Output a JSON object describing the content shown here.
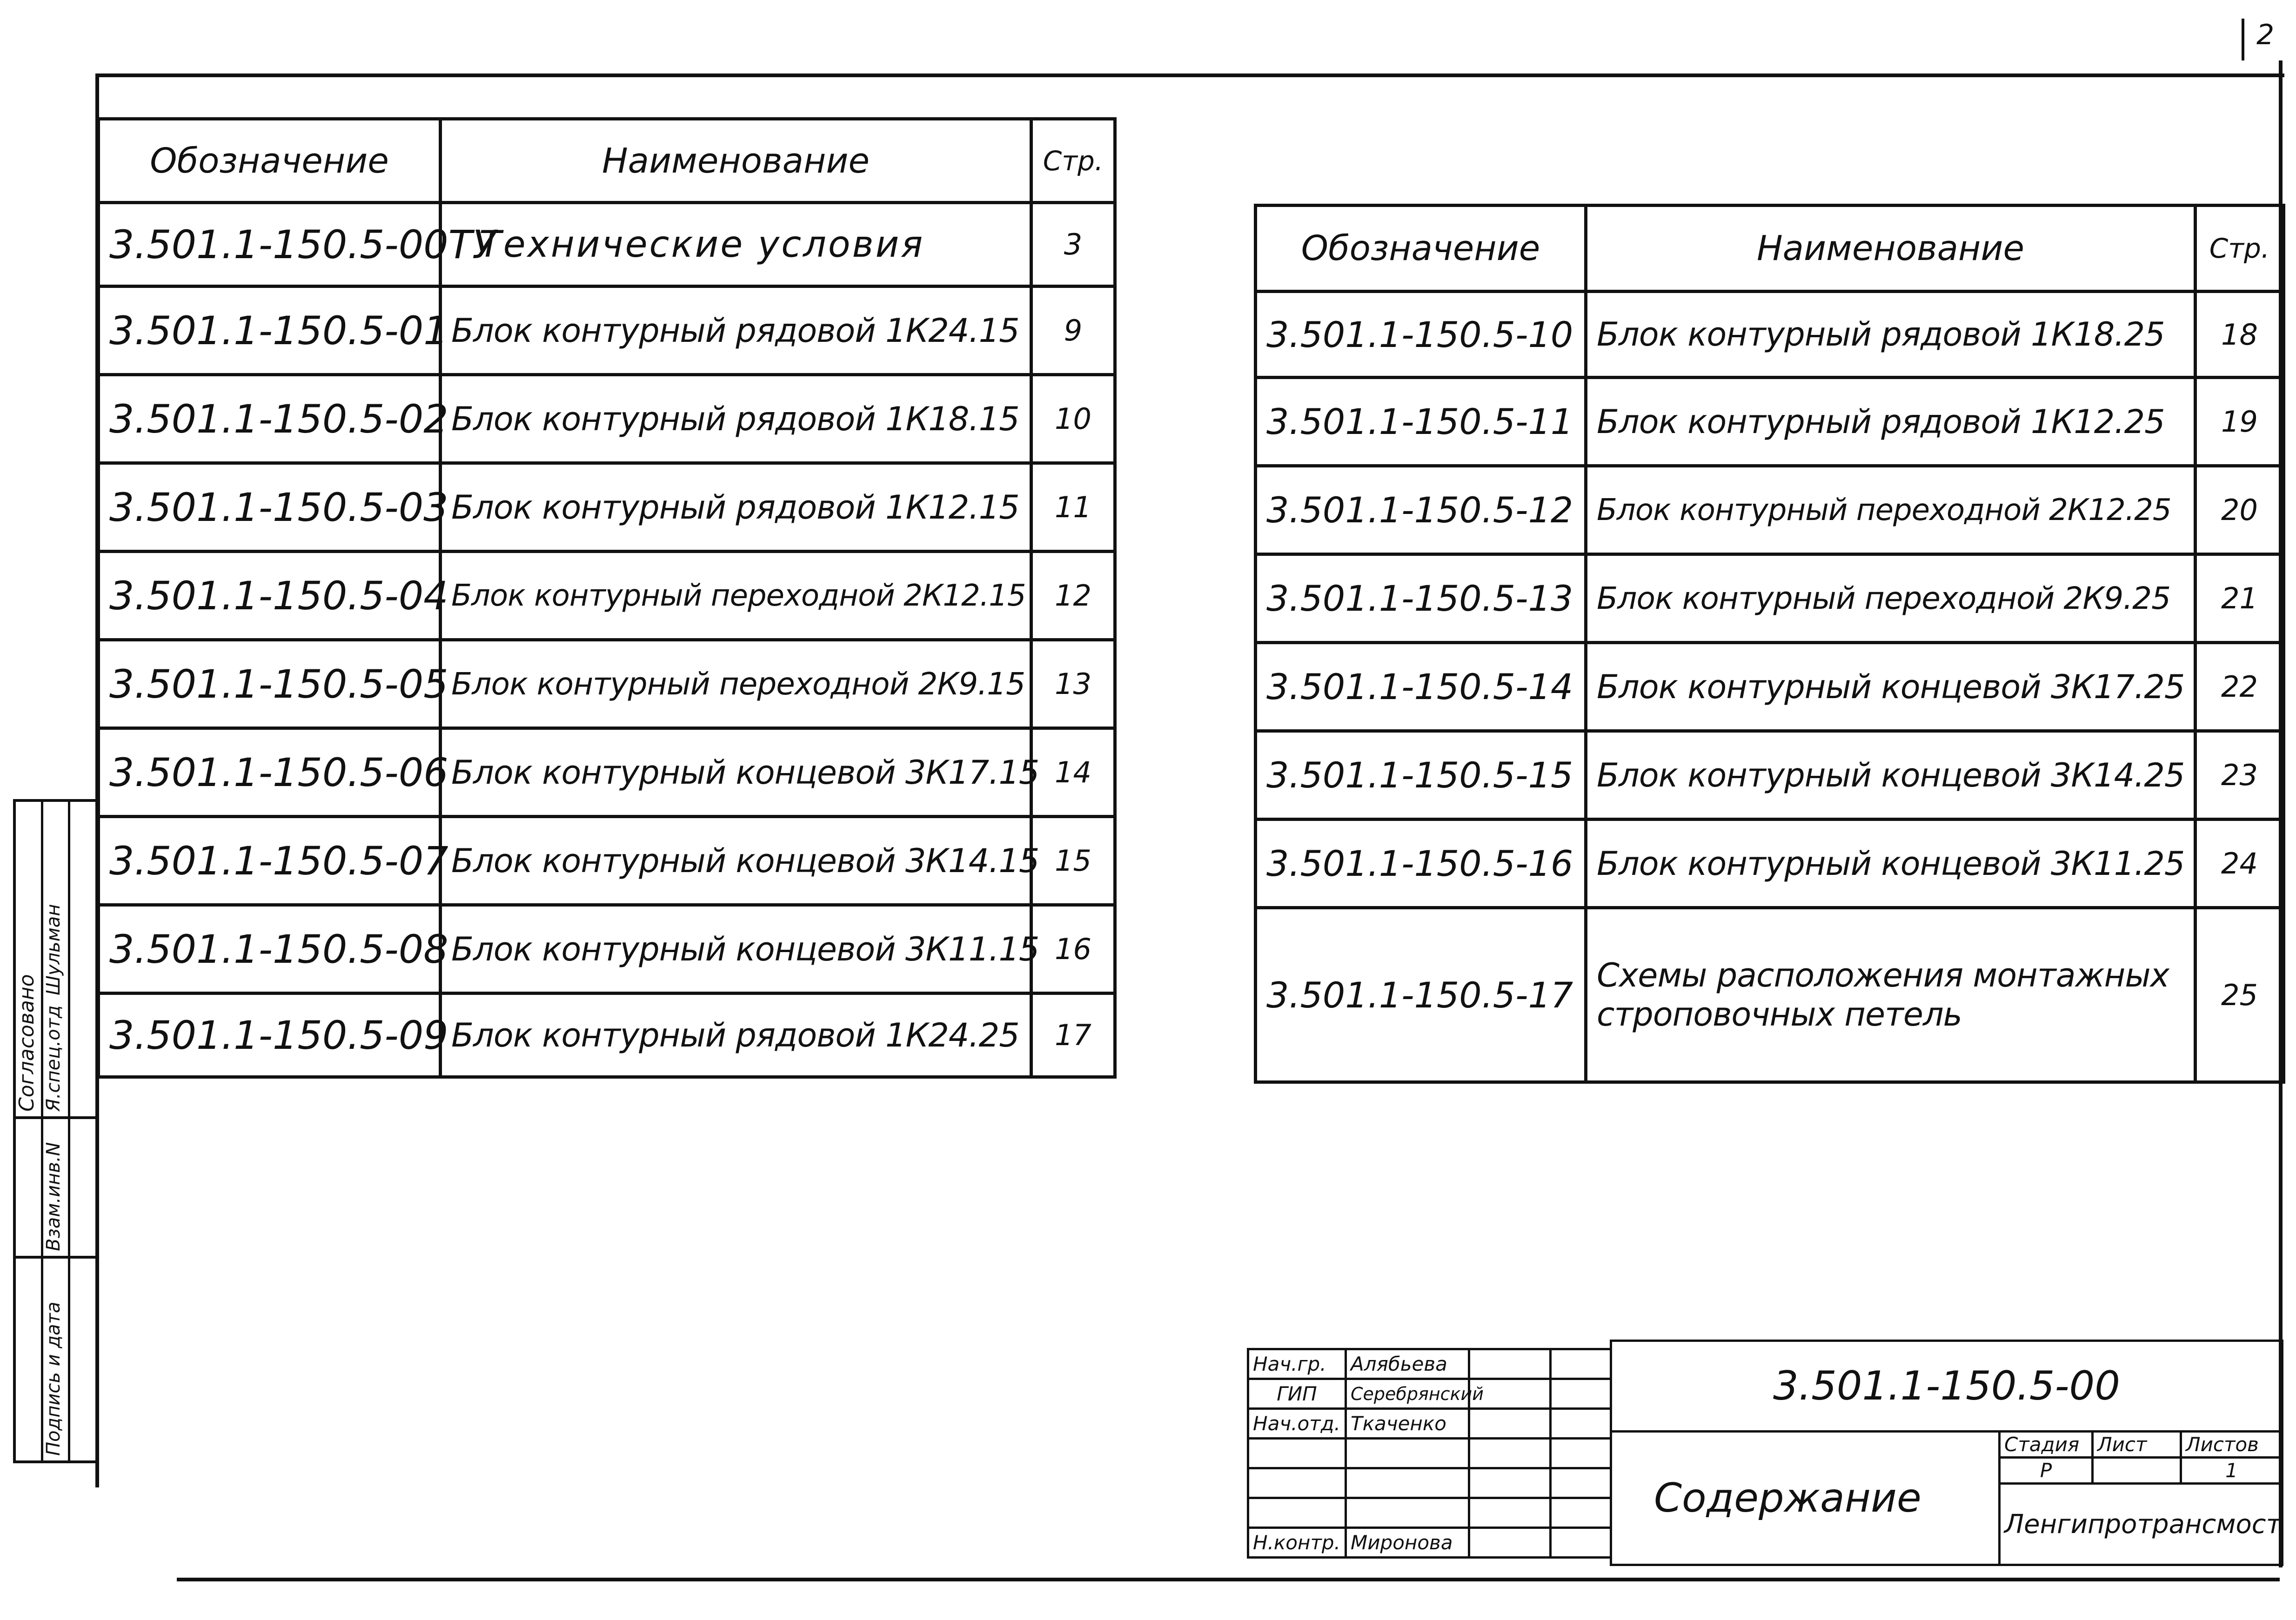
{
  "page_corner": "2",
  "table_left": {
    "headers": [
      "Обозначение",
      "Наименование",
      "Стр."
    ],
    "rows": [
      [
        "3.501.1-150.5-00ТУ",
        "Технические условия",
        "3"
      ],
      [
        "3.501.1-150.5-01",
        "Блок контурный рядовой 1К24.15",
        "9"
      ],
      [
        "3.501.1-150.5-02",
        "Блок контурный рядовой 1К18.15",
        "10"
      ],
      [
        "3.501.1-150.5-03",
        "Блок контурный рядовой 1К12.15",
        "11"
      ],
      [
        "3.501.1-150.5-04",
        "Блок контурный переходной 2К12.15",
        "12"
      ],
      [
        "3.501.1-150.5-05",
        "Блок контурный переходной 2К9.15",
        "13"
      ],
      [
        "3.501.1-150.5-06",
        "Блок контурный концевой 3К17.15",
        "14"
      ],
      [
        "3.501.1-150.5-07",
        "Блок контурный концевой 3К14.15",
        "15"
      ],
      [
        "3.501.1-150.5-08",
        "Блок контурный концевой 3К11.15",
        "16"
      ],
      [
        "3.501.1-150.5-09",
        "Блок контурный рядовой 1К24.25",
        "17"
      ]
    ]
  },
  "table_right": {
    "headers": [
      "Обозначение",
      "Наименование",
      "Стр."
    ],
    "rows": [
      [
        "3.501.1-150.5-10",
        "Блок контурный рядовой 1К18.25",
        "18"
      ],
      [
        "3.501.1-150.5-11",
        "Блок контурный рядовой 1К12.25",
        "19"
      ],
      [
        "3.501.1-150.5-12",
        "Блок контурный переходной 2К12.25",
        "20"
      ],
      [
        "3.501.1-150.5-13",
        "Блок контурный переходной 2К9.25",
        "21"
      ],
      [
        "3.501.1-150.5-14",
        "Блок контурный концевой 3К17.25",
        "22"
      ],
      [
        "3.501.1-150.5-15",
        "Блок контурный концевой 3К14.25",
        "23"
      ],
      [
        "3.501.1-150.5-16",
        "Блок контурный концевой 3К11.25",
        "24"
      ],
      [
        "3.501.1-150.5-17",
        "Схемы расположения монтажных строповочных петель",
        "25"
      ]
    ]
  },
  "side_stamp": {
    "agreed": "Согласовано",
    "role": "Я.спец.отд",
    "person": "Шульман",
    "inv": "Взам.инв.N",
    "sign_date": "Подпись и дата"
  },
  "title_block": {
    "roles": [
      {
        "role": "Нач.гр.",
        "name": "Алябьева"
      },
      {
        "role": "ГИП",
        "name": "Серебрянский"
      },
      {
        "role": "Нач.отд.",
        "name": "Ткаченко"
      },
      {
        "role": "",
        "name": ""
      },
      {
        "role": "",
        "name": ""
      },
      {
        "role": "",
        "name": ""
      },
      {
        "role": "Н.контр.",
        "name": "Миронова"
      }
    ],
    "code": "3.501.1-150.5-00",
    "doc_title": "Содержание",
    "stage_label": "Стадия",
    "sheet_label": "Лист",
    "sheets_label": "Листов",
    "stage": "Р",
    "sheet": "",
    "sheets": "1",
    "org": "Ленгипротрансмост"
  }
}
